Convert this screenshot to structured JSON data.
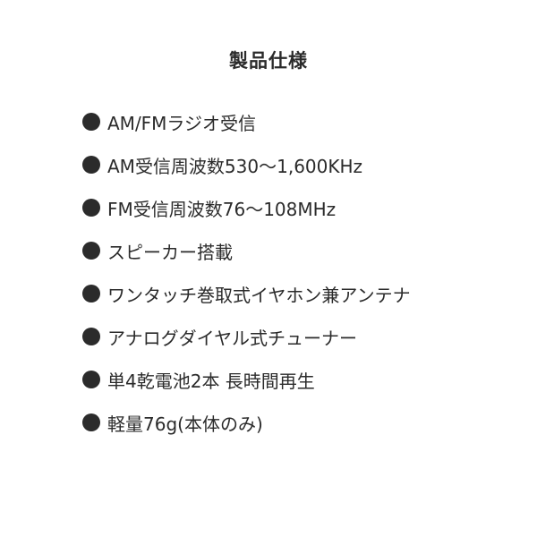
{
  "title": "製品仕様",
  "colors": {
    "text": "#2b2b2b",
    "background": "#ffffff",
    "bullet": "#2b2b2b"
  },
  "bullet_icon": "filled-circle",
  "specs": [
    "AM/FMラジオ受信",
    "AM受信周波数530〜1,600KHz",
    "FM受信周波数76〜108MHz",
    "スピーカー搭載",
    "ワンタッチ巻取式イヤホン兼アンテナ",
    "アナログダイヤル式チューナー",
    "単4乾電池2本 長時間再生",
    "軽量76g(本体のみ)"
  ]
}
